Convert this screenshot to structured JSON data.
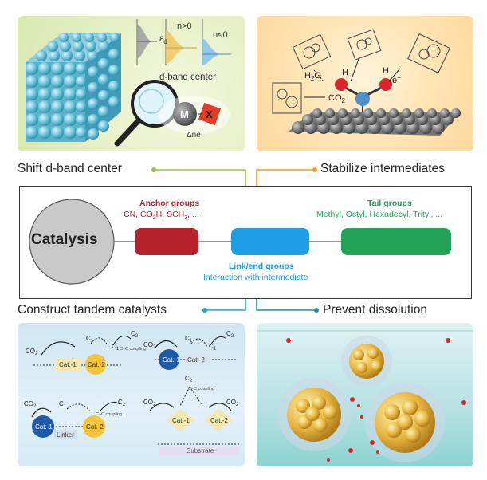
{
  "top_left": {
    "ed": "ε",
    "ed_sub": "d",
    "n_pos": "n>0",
    "n_neg": "n<0",
    "dband": "d-band center",
    "metal": "M",
    "ligand": "X",
    "charge": "Δne",
    "charge_sup": "-"
  },
  "top_right": {
    "h2o_main": "H",
    "h2o_sub": "2",
    "h2o_tail": "O",
    "h1": "H",
    "h2": "H",
    "eminus": "e",
    "eminus_sup": "−",
    "co2_main": "CO",
    "co2_sub": "2"
  },
  "captions": {
    "shift": "Shift d-band center",
    "stabilize": "Stabilize intermediates",
    "tandem": "Construct tandem catalysts",
    "prevent": "Prevent dissolution"
  },
  "center": {
    "catalysis": "Catalysis",
    "anchor_title": "Anchor groups",
    "anchor_sub_a": "CN, CO",
    "anchor_sub_b": "2",
    "anchor_sub_c": "H, SCH",
    "anchor_sub_d": "3",
    "anchor_sub_e": ", ...",
    "tail_title": "Tail groups",
    "tail_sub": "Methyl, Octyl, Hexadecyl, Trityl, ...",
    "link_title": "Link/end groups",
    "link_sub": "Interaction with intermediate",
    "colors": {
      "anchor": "#b5222b",
      "link": "#1e9ee6",
      "tail": "#21a457"
    }
  },
  "bottom_left": {
    "co2": "CO",
    "co2_sub": "2",
    "c1": "C",
    "c1_sub": "1",
    "c2": "C",
    "c2_sub": "2",
    "coupling": "C–C coupling",
    "cat1": "Cat.-1",
    "cat2": "Cat.-2",
    "linker": "Linker",
    "substrate": "Substrate"
  }
}
